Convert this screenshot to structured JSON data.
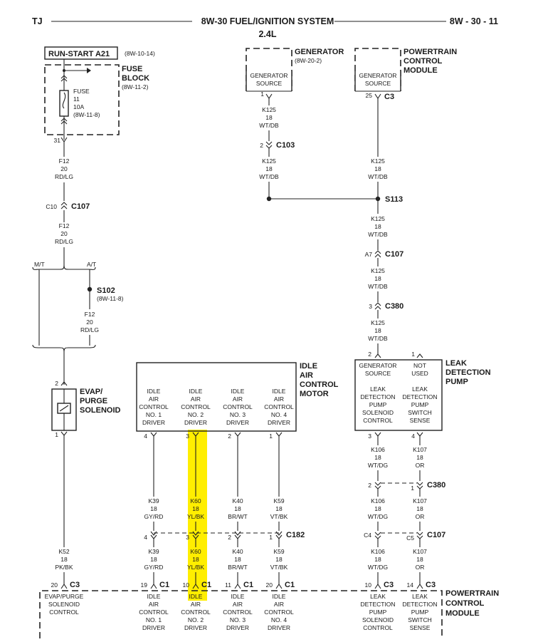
{
  "header": {
    "left": "TJ",
    "center": "8W-30 FUEL/IGNITION SYSTEM",
    "sub": "2.4L",
    "right": "8W - 30 - 11"
  },
  "runstart": {
    "label": "RUN-START A21",
    "ref": "(8W-10-14)"
  },
  "fuseblock": {
    "name1": "FUSE",
    "name2": "BLOCK",
    "ref": "(8W-11-2)",
    "fuse": [
      "FUSE",
      "11",
      "10A",
      "(8W-11-8)"
    ],
    "pin": "31"
  },
  "generator": {
    "name": "GENERATOR",
    "ref": "(8W-20-2)",
    "src1": "GENERATOR",
    "src2": "SOURCE",
    "pin": "1"
  },
  "pcm_top": {
    "name": [
      "POWERTRAIN",
      "CONTROL",
      "MODULE"
    ],
    "src1": "GENERATOR",
    "src2": "SOURCE",
    "pin": "25",
    "conn": "C3"
  },
  "w_f12": [
    "F12",
    "20",
    "RD/LG"
  ],
  "w_k125": [
    "K125",
    "18",
    "WT/DB"
  ],
  "w_k106": [
    "K106",
    "18",
    "WT/DG"
  ],
  "w_k107": [
    "K107",
    "18",
    "OR"
  ],
  "w_k52": [
    "K52",
    "18",
    "PK/BK"
  ],
  "w_k39": [
    "K39",
    "18",
    "GY/RD"
  ],
  "w_k60": [
    "K60",
    "18",
    "YL/BK"
  ],
  "w_k40": [
    "K40",
    "18",
    "BR/WT"
  ],
  "w_k59": [
    "K59",
    "18",
    "VT/BK"
  ],
  "c103": {
    "pin": "2",
    "name": "C103"
  },
  "c107": {
    "pin": "C10",
    "name": "C107"
  },
  "c107r": {
    "pin": "A7",
    "name": "C107"
  },
  "c380": {
    "pin": "3",
    "name": "C380"
  },
  "s113": "S113",
  "s102": {
    "name": "S102",
    "ref": "(8W-11-8)"
  },
  "mt": "M/T",
  "at": "A/T",
  "evap": {
    "name": [
      "EVAP/",
      "PURGE",
      "SOLENOID"
    ],
    "pin_top": "2",
    "pin_bot": "1"
  },
  "iac": {
    "name": [
      "IDLE",
      "AIR",
      "CONTROL",
      "MOTOR"
    ],
    "cols": [
      [
        "IDLE",
        "AIR",
        "CONTROL",
        "NO. 1",
        "DRIVER"
      ],
      [
        "IDLE",
        "AIR",
        "CONTROL",
        "NO. 2",
        "DRIVER"
      ],
      [
        "IDLE",
        "AIR",
        "CONTROL",
        "NO. 3",
        "DRIVER"
      ],
      [
        "IDLE",
        "AIR",
        "CONTROL",
        "NO. 4",
        "DRIVER"
      ]
    ],
    "pins": [
      "4",
      "3",
      "2",
      "1"
    ]
  },
  "ldp": {
    "name": [
      "LEAK",
      "DETECTION",
      "PUMP"
    ],
    "col1": [
      "GENERATOR",
      "SOURCE",
      "",
      "LEAK",
      "DETECTION",
      "PUMP",
      "SOLENOID",
      "CONTROL"
    ],
    "col2": [
      "NOT",
      "USED",
      "",
      "LEAK",
      "DETECTION",
      "PUMP",
      "SWITCH",
      "SENSE"
    ],
    "pins_top": [
      "2",
      "1"
    ],
    "pins_bot": [
      "3",
      "4"
    ]
  },
  "c380b": {
    "pins": [
      "2",
      "1"
    ],
    "name": "C380"
  },
  "c182": {
    "pins": [
      "4",
      "3",
      "2",
      "1"
    ],
    "name": "C182"
  },
  "c107b": {
    "pins": [
      "C4",
      "C5"
    ],
    "name": "C107"
  },
  "pcm_bot": {
    "name": [
      "POWERTRAIN",
      "CONTROL",
      "MODULE"
    ],
    "evap_lbl": [
      "EVAP/PURGE",
      "SOLENOID",
      "CONTROL"
    ],
    "conns": [
      {
        "pin": "20",
        "name": "C3"
      },
      {
        "pin": "19",
        "name": "C1"
      },
      {
        "pin": "10",
        "name": "C1"
      },
      {
        "pin": "11",
        "name": "C1"
      },
      {
        "pin": "20",
        "name": "C1"
      },
      {
        "pin": "10",
        "name": "C3"
      },
      {
        "pin": "14",
        "name": "C3"
      }
    ],
    "iac_cols": [
      [
        "IDLE",
        "AIR",
        "CONTROL",
        "NO. 1",
        "DRIVER"
      ],
      [
        "IDLE",
        "AIR",
        "CONTROL",
        "NO. 2",
        "DRIVER"
      ],
      [
        "IDLE",
        "AIR",
        "CONTROL",
        "NO. 3",
        "DRIVER"
      ],
      [
        "IDLE",
        "AIR",
        "CONTROL",
        "NO. 4",
        "DRIVER"
      ]
    ],
    "ldp_cols": [
      [
        "LEAK",
        "DETECTION",
        "PUMP",
        "SOLENOID",
        "CONTROL"
      ],
      [
        "LEAK",
        "DETECTION",
        "PUMP",
        "SWITCH",
        "SENSE"
      ]
    ]
  },
  "colors": {
    "highlight": "#ffee00",
    "ink": "#1a1a1a"
  }
}
